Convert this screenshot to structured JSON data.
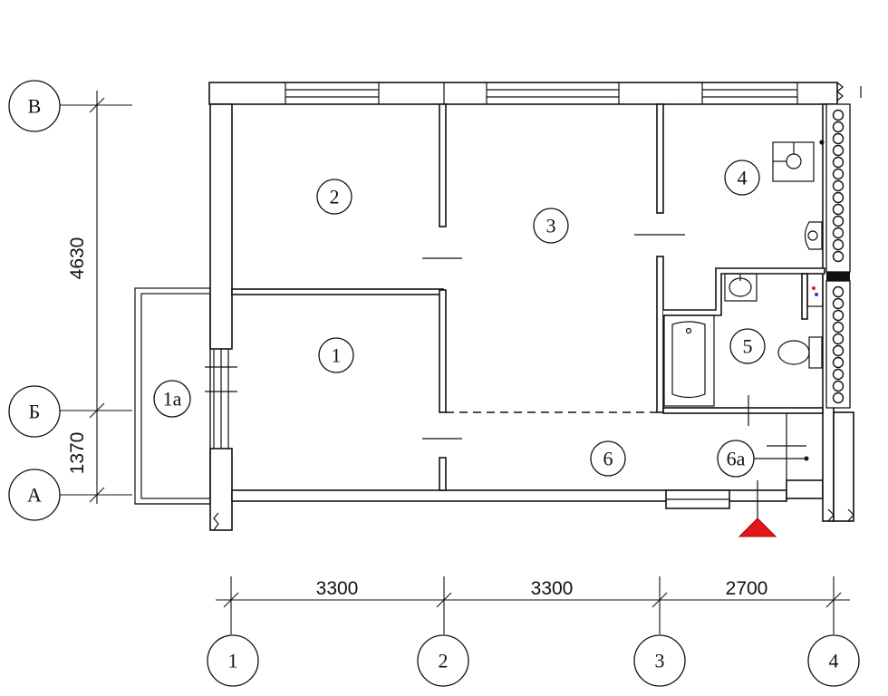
{
  "axes": {
    "rows": [
      "В",
      "Б",
      "А"
    ],
    "columns": [
      "1",
      "2",
      "3",
      "4"
    ]
  },
  "dimensions": {
    "horizontal": [
      "3300",
      "3300",
      "2700"
    ],
    "vertical": [
      "4630",
      "1370"
    ]
  },
  "rooms": [
    "1",
    "1а",
    "2",
    "3",
    "4",
    "5",
    "6",
    "6а"
  ],
  "colors": {
    "line": "#111111",
    "entrance_marker": "#e0161b",
    "background": "#ffffff"
  }
}
